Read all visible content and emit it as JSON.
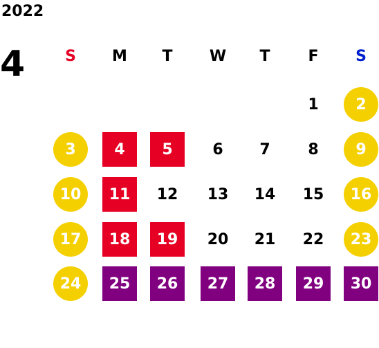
{
  "year": "2022",
  "month": "4",
  "colors": {
    "sunday": "#e60023",
    "saturday": "#0020d0",
    "holiday_circle": "#f5d000",
    "red_day": "#e60023",
    "purple_day": "#800080"
  },
  "weekdays": [
    {
      "label": "S",
      "color": "#e60023"
    },
    {
      "label": "M",
      "color": "#000000"
    },
    {
      "label": "T",
      "color": "#000000"
    },
    {
      "label": "W",
      "color": "#000000"
    },
    {
      "label": "T",
      "color": "#000000"
    },
    {
      "label": "F",
      "color": "#000000"
    },
    {
      "label": "S",
      "color": "#0020d0"
    }
  ],
  "weeks": [
    [
      {
        "day": "",
        "style": "none"
      },
      {
        "day": "",
        "style": "none"
      },
      {
        "day": "",
        "style": "none"
      },
      {
        "day": "",
        "style": "none"
      },
      {
        "day": "",
        "style": "none"
      },
      {
        "day": "1",
        "style": "plain"
      },
      {
        "day": "2",
        "style": "holiday"
      }
    ],
    [
      {
        "day": "3",
        "style": "holiday"
      },
      {
        "day": "4",
        "style": "red"
      },
      {
        "day": "5",
        "style": "red"
      },
      {
        "day": "6",
        "style": "plain"
      },
      {
        "day": "7",
        "style": "plain"
      },
      {
        "day": "8",
        "style": "plain"
      },
      {
        "day": "9",
        "style": "holiday"
      }
    ],
    [
      {
        "day": "10",
        "style": "holiday"
      },
      {
        "day": "11",
        "style": "red"
      },
      {
        "day": "12",
        "style": "plain"
      },
      {
        "day": "13",
        "style": "plain"
      },
      {
        "day": "14",
        "style": "plain"
      },
      {
        "day": "15",
        "style": "plain"
      },
      {
        "day": "16",
        "style": "holiday"
      }
    ],
    [
      {
        "day": "17",
        "style": "holiday"
      },
      {
        "day": "18",
        "style": "red"
      },
      {
        "day": "19",
        "style": "red"
      },
      {
        "day": "20",
        "style": "plain"
      },
      {
        "day": "21",
        "style": "plain"
      },
      {
        "day": "22",
        "style": "plain"
      },
      {
        "day": "23",
        "style": "holiday"
      }
    ],
    [
      {
        "day": "24",
        "style": "holiday"
      },
      {
        "day": "25",
        "style": "purple"
      },
      {
        "day": "26",
        "style": "purple"
      },
      {
        "day": "27",
        "style": "purple"
      },
      {
        "day": "28",
        "style": "purple"
      },
      {
        "day": "29",
        "style": "purple"
      },
      {
        "day": "30",
        "style": "purple"
      }
    ]
  ]
}
